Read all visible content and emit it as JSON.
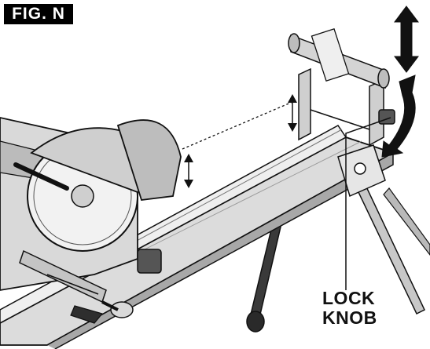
{
  "figure": {
    "label": "FIG. N"
  },
  "callout": {
    "line1": "LOCK",
    "line2": "KNOB"
  },
  "colors": {
    "ink": "#111111",
    "metal": "#d9d9d9",
    "shade": "#9a9a9a",
    "dark": "#3a3a3a"
  }
}
